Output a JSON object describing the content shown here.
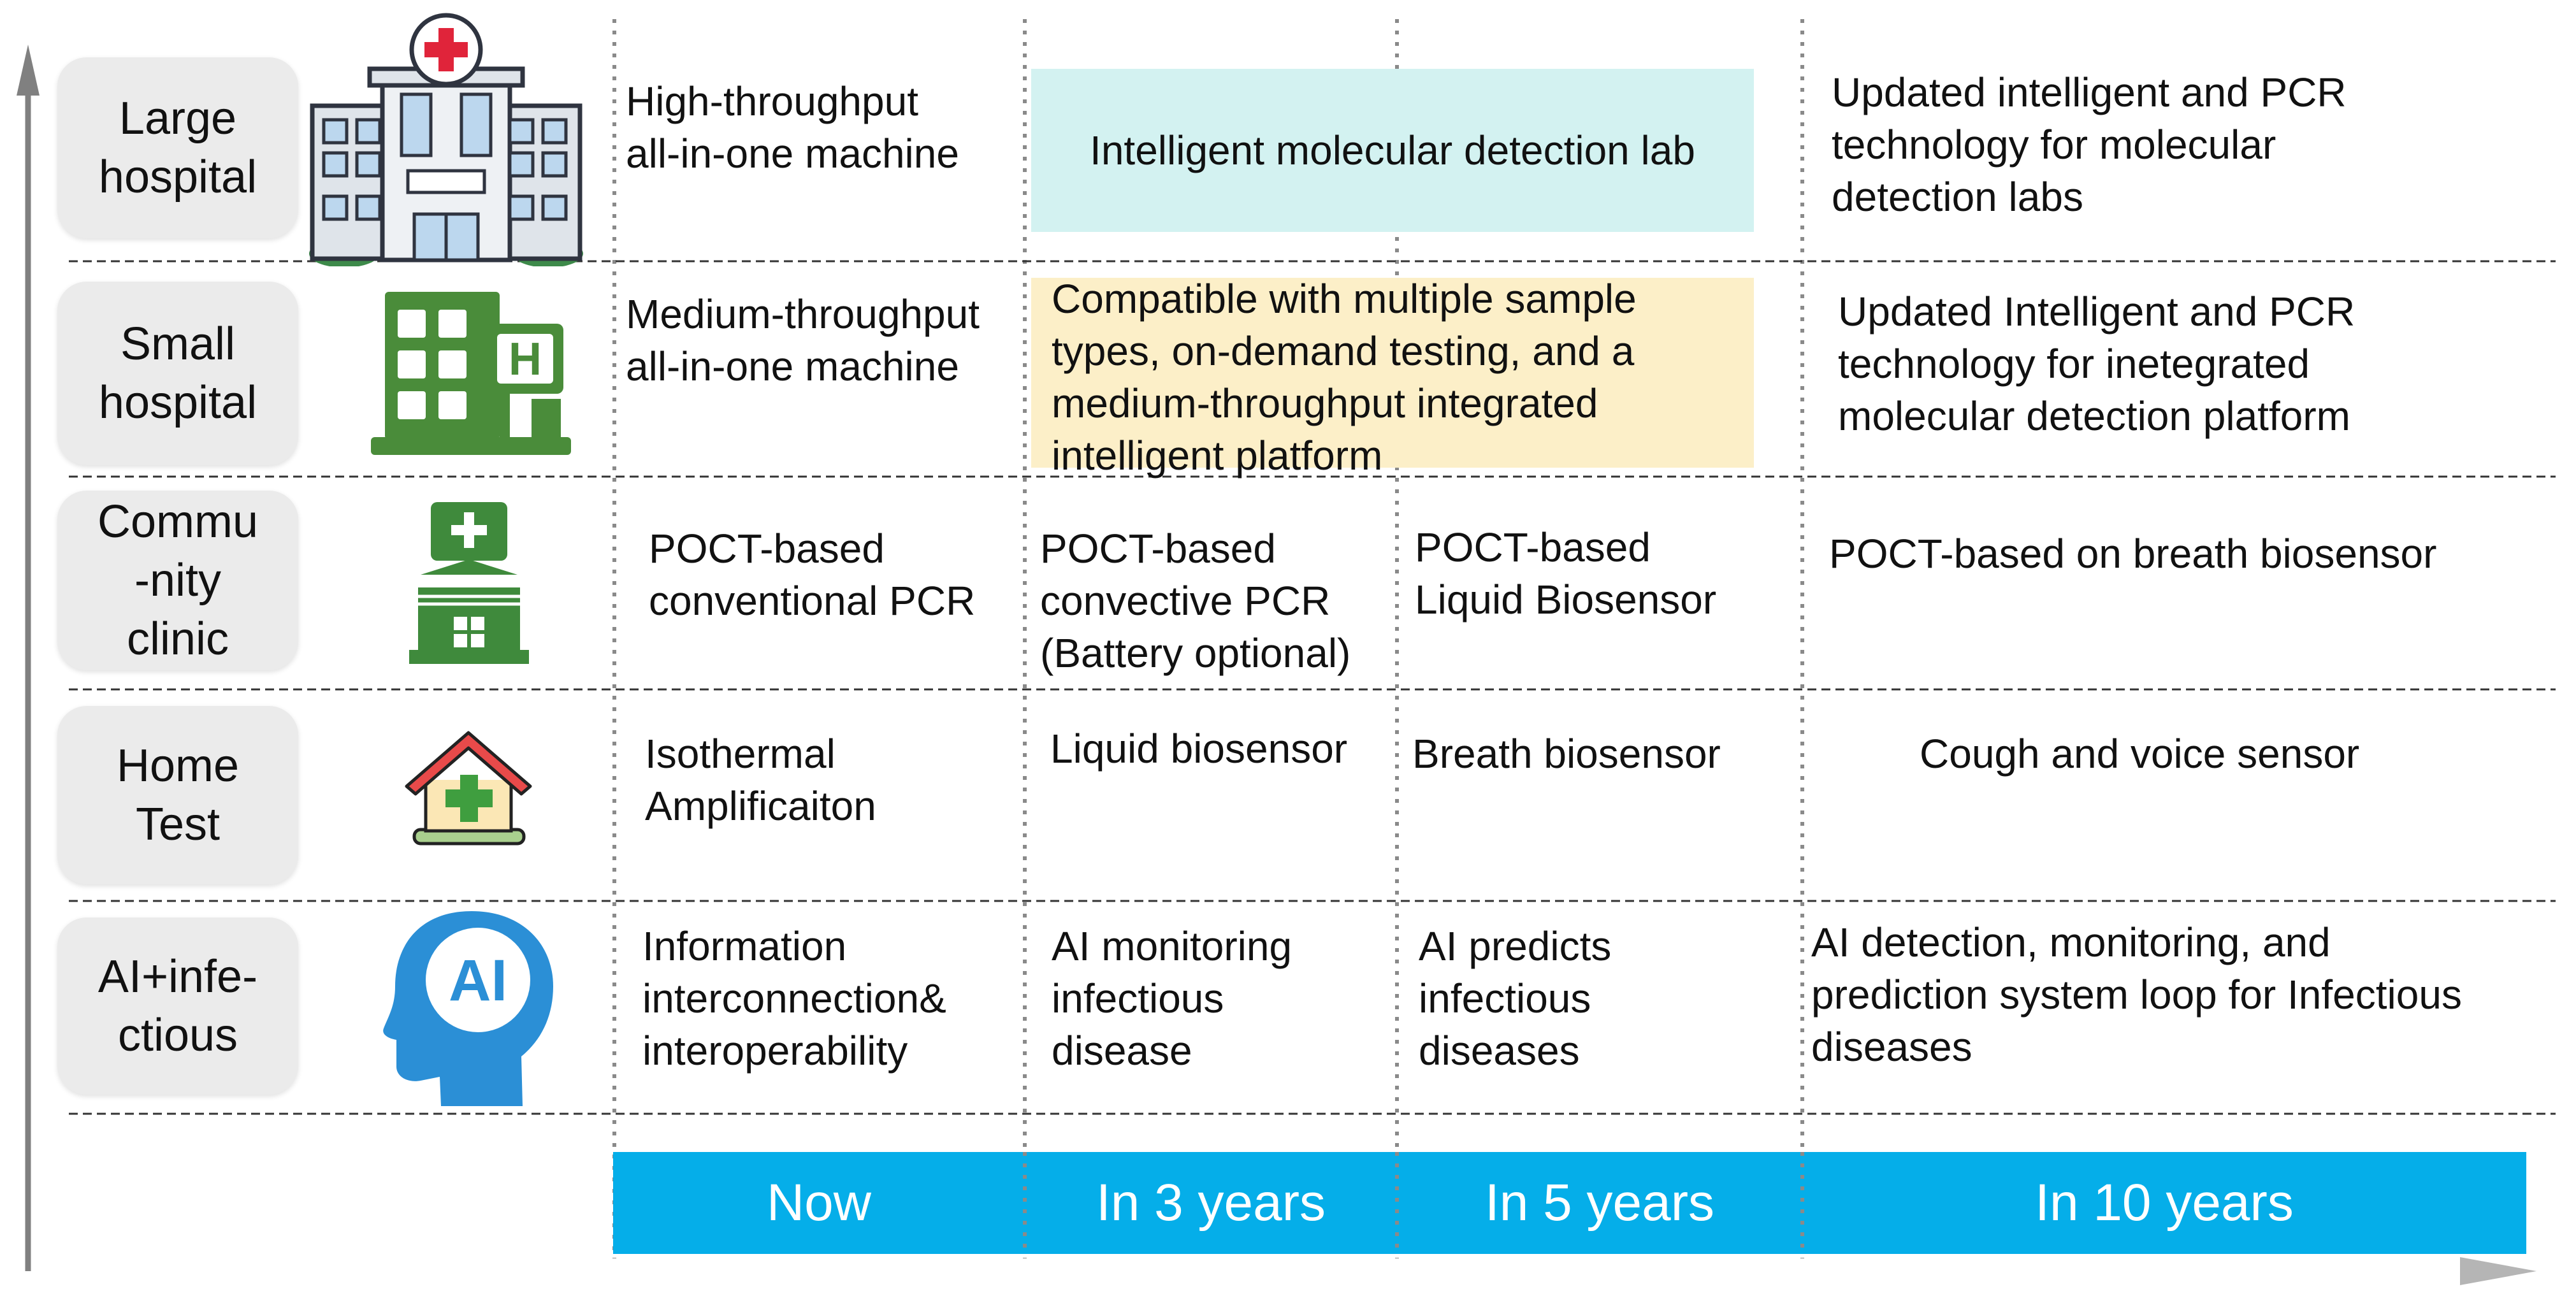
{
  "colors": {
    "label_bg": "#ebebeb",
    "highlight_cyan": "#d3f2f1",
    "highlight_yellow": "#fcefc8",
    "timebar": "#05aee9",
    "axis": "#808080",
    "icon_green": "#4a8c3a",
    "icon_blue": "#2b8fd6"
  },
  "rows": [
    {
      "label": "Large\nhospital",
      "icon": "hospital-building-icon"
    },
    {
      "label": "Small\nhospital",
      "icon": "small-hospital-icon"
    },
    {
      "label": "Commu\n-nity\nclinic",
      "icon": "clinic-building-icon"
    },
    {
      "label": "Home\nTest",
      "icon": "home-medical-icon"
    },
    {
      "label": "AI+infe-\nctious",
      "icon": "ai-head-icon"
    }
  ],
  "timeline": [
    "Now",
    "In 3 years",
    "In 5 years",
    "In 10 years"
  ],
  "cells": {
    "large_now": "High-throughput\nall-in-one machine",
    "large_3_5": "Intelligent molecular detection lab",
    "large_10": "Updated intelligent and PCR\ntechnology for molecular\ndetection labs",
    "small_now": "Medium-throughput\nall-in-one machine",
    "small_3_5": "Compatible with multiple sample\ntypes, on-demand testing, and a\nmedium-throughput integrated\nintelligent platform",
    "small_10": "Updated Intelligent and PCR\ntechnology for inetegrated\nmolecular detection platform",
    "clinic_now": "POCT-based\nconventional PCR",
    "clinic_3": "POCT-based\nconvective PCR\n(Battery optional)",
    "clinic_5": "POCT-based\nLiquid Biosensor",
    "clinic_10": "POCT-based on breath biosensor",
    "home_now": "Isothermal\nAmplificaiton",
    "home_3": "Liquid biosensor",
    "home_5": "Breath biosensor",
    "home_10": "Cough and voice sensor",
    "ai_now": "Information\ninterconnection&\ninteroperability",
    "ai_3": "AI monitoring\ninfectious\ndisease",
    "ai_5": "AI predicts\ninfectious\ndiseases",
    "ai_10": "AI detection, monitoring, and\nprediction system loop for Infectious\ndiseases"
  }
}
